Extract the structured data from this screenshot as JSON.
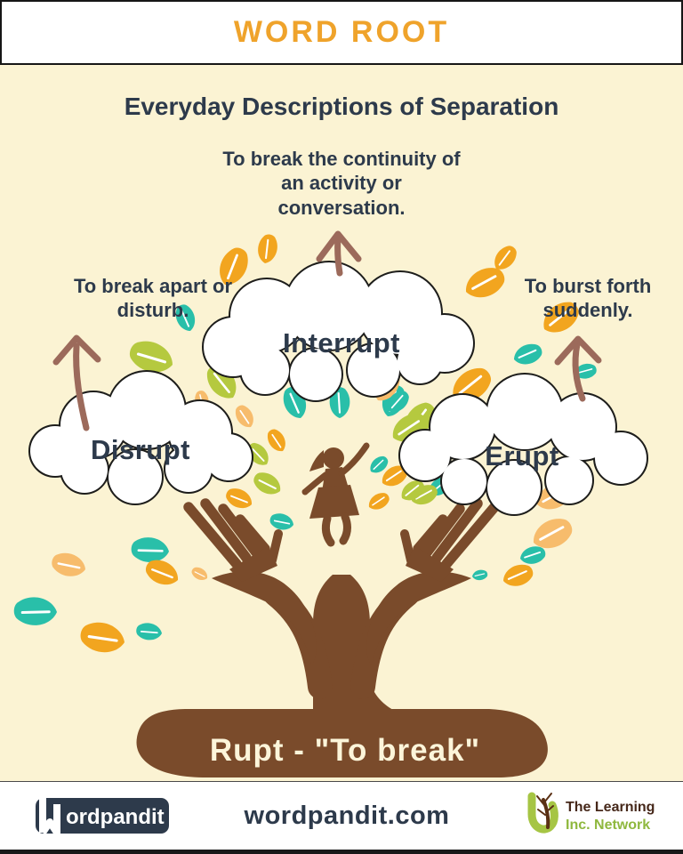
{
  "header": {
    "title": "WORD ROOT"
  },
  "main": {
    "title": "Everyday Descriptions of Separation",
    "words": [
      {
        "label": "Interrupt",
        "description": "To break the continuity of\nan activity or\nconversation."
      },
      {
        "label": "Disrupt",
        "description": "To break apart or\ndisturb."
      },
      {
        "label": "Erupt",
        "description": "To burst forth\nsuddenly."
      }
    ],
    "root_label": "Rupt - \"To break\""
  },
  "footer": {
    "brand_logo_text": "ordpandit",
    "site_url": "wordpandit.com",
    "partner_logo": {
      "line1": "The Learning",
      "line2": "Inc. Network"
    }
  },
  "colors": {
    "background": "#FBF3D3",
    "accent_orange": "#EFA32B",
    "text_navy": "#2D3A4B",
    "tree_brown": "#7A4B2B",
    "arrow_brown": "#9C6A5B",
    "cloud_outline": "#1D1D1B",
    "leaf_teal": "#29BFA9",
    "leaf_orange": "#F2A51F",
    "leaf_light_orange": "#F7BC6C",
    "leaf_green": "#B5C93F",
    "partner_green": "#8FB83E"
  }
}
